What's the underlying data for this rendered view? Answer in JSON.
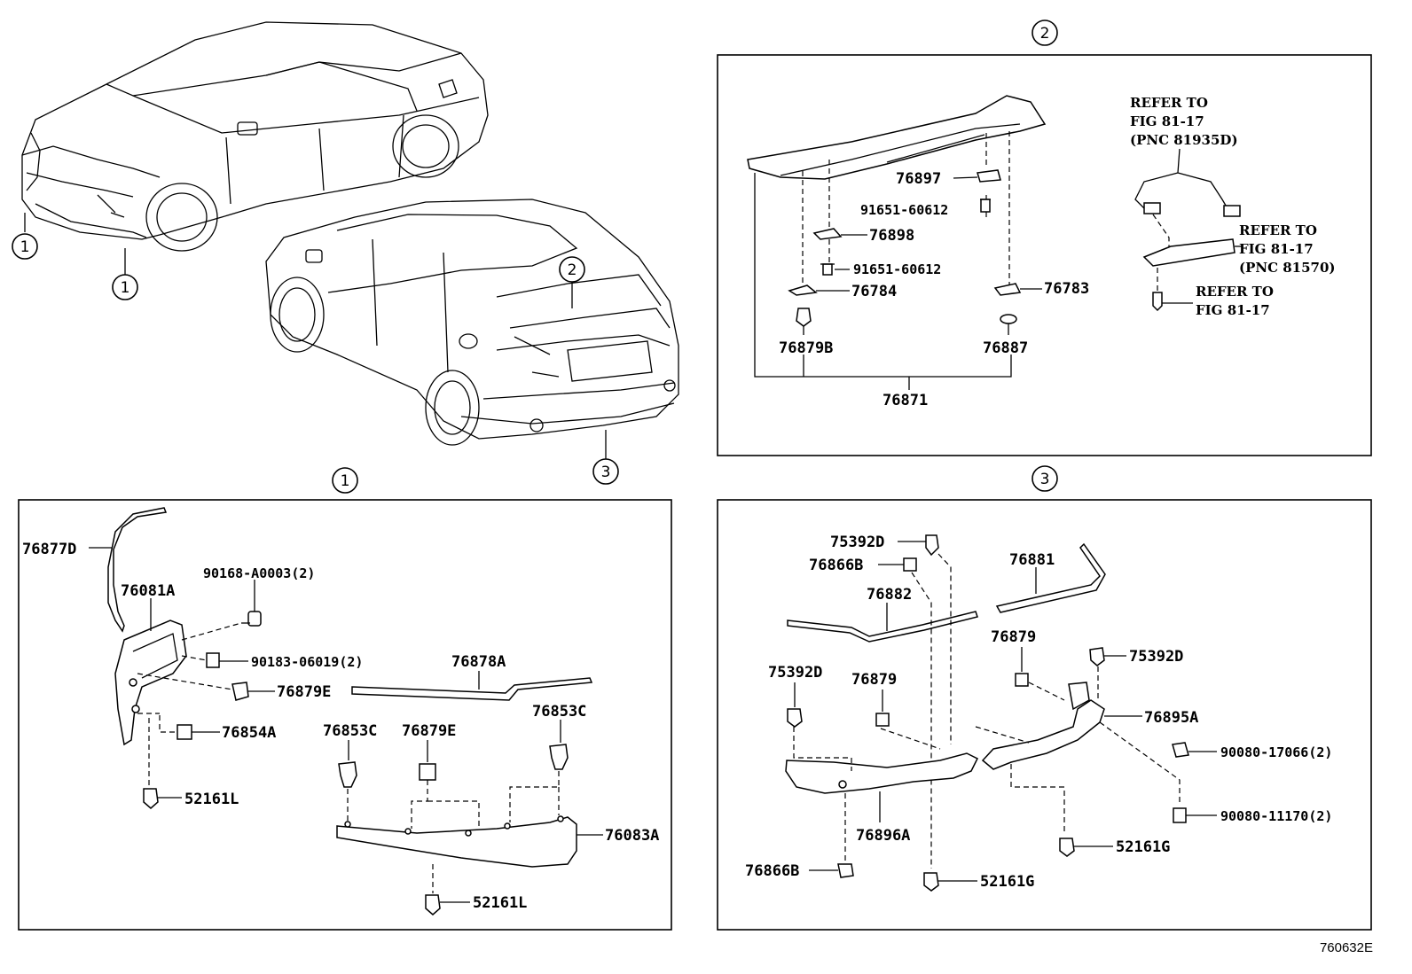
{
  "figure_id": "760632E",
  "callouts": {
    "one": "1",
    "two": "2",
    "three": "3"
  },
  "section2": {
    "labels": {
      "p76897": "76897",
      "p91651a": "91651-60612",
      "p76898": "76898",
      "p91651b": "91651-60612",
      "p76784": "76784",
      "p76783": "76783",
      "p76879B": "76879B",
      "p76887": "76887",
      "p76871": "76871"
    },
    "refs": {
      "r1_line1": "REFER TO",
      "r1_line2": "FIG 81-17",
      "r1_line3": "(PNC 81935D)",
      "r2_line1": "REFER TO",
      "r2_line2": "FIG 81-17",
      "r2_line3": "(PNC 81570)",
      "r3_line1": "REFER TO",
      "r3_line2": "FIG 81-17"
    }
  },
  "section1": {
    "labels": {
      "p76877D": "76877D",
      "p76081A": "76081A",
      "p90168": "90168-A0003(2)",
      "p90183": "90183-06019(2)",
      "p76879E_a": "76879E",
      "p76854A": "76854A",
      "p52161L_a": "52161L",
      "p76878A": "76878A",
      "p76853C_a": "76853C",
      "p76879E_b": "76879E",
      "p76853C_b": "76853C",
      "p76083A": "76083A",
      "p52161L_b": "52161L"
    }
  },
  "section3": {
    "labels": {
      "p75392D_a": "75392D",
      "p76866B_a": "76866B",
      "p76882": "76882",
      "p76881": "76881",
      "p76879_a": "76879",
      "p75392D_b": "75392D",
      "p75392D_c": "75392D",
      "p76879_b": "76879",
      "p76895A": "76895A",
      "p90080a": "90080-17066(2)",
      "p90080b": "90080-11170(2)",
      "p76896A": "76896A",
      "p52161G_a": "52161G",
      "p76866B_b": "76866B",
      "p52161G_b": "52161G"
    }
  }
}
